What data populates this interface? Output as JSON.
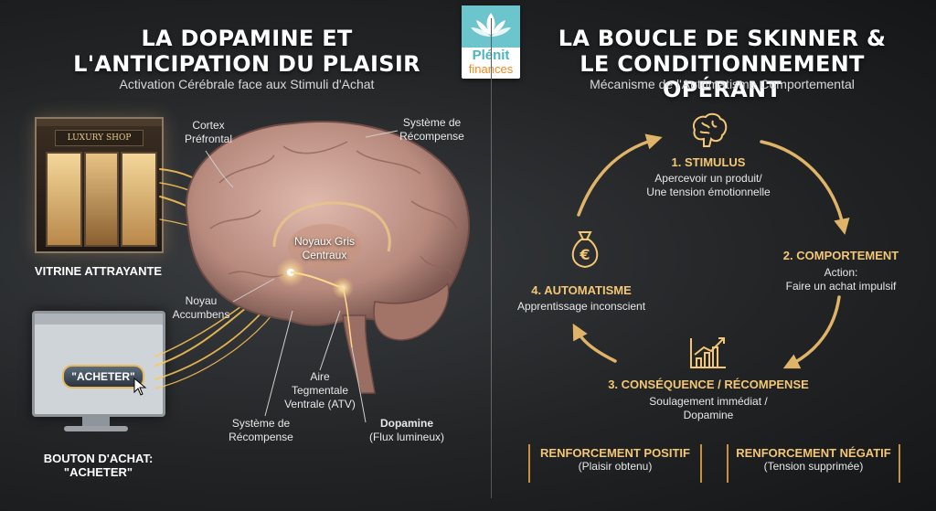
{
  "left": {
    "title_line1": "LA DOPAMINE ET",
    "title_line2": "L'ANTICIPATION DU PLAISIR",
    "subtitle": "Activation Cérébrale face aux Stimuli d'Achat",
    "shop_sign": "LUXURY SHOP",
    "vitrine_label": "VITRINE ATTRAYANTE",
    "button_text": "\"ACHETER\"",
    "bouton_label_line1": "BOUTON D'ACHAT:",
    "bouton_label_line2": "\"ACHETER\"",
    "labels": {
      "cortex_line1": "Cortex",
      "cortex_line2": "Préfrontal",
      "systeme_top_line1": "Système de",
      "systeme_top_line2": "Récompense",
      "noyaux_line1": "Noyaux Gris",
      "noyaux_line2": "Centraux",
      "noyau_line1": "Noyau",
      "noyau_line2": "Accumbens",
      "aire_line1": "Aire",
      "aire_line2": "Tegmentale",
      "aire_line3": "Ventrale (ATV)",
      "systeme_bottom_line1": "Système de",
      "systeme_bottom_line2": "Récompense",
      "dopamine_line1": "Dopamine",
      "dopamine_line2": "(Flux lumineux)"
    }
  },
  "logo": {
    "brand_top": "Plénit",
    "brand_bottom": "finances"
  },
  "right": {
    "title_line1": "LA BOUCLE DE SKINNER &",
    "title_line2": "LE CONDITIONNEMENT OPÉRANT",
    "subtitle": "Mécanisme de l'Automatisme Comportemental",
    "steps": [
      {
        "title": "1. STIMULUS",
        "line1": "Apercevoir un produit/",
        "line2": "Une tension émotionnelle",
        "icon": "brain-icon"
      },
      {
        "title": "2. COMPORTEMENT",
        "line1": "Action:",
        "line2": "Faire un achat impulsif",
        "icon": ""
      },
      {
        "title": "3. CONSÉQUENCE / RÉCOMPENSE",
        "line1": "Soulagement immédiat /",
        "line2": "Dopamine",
        "icon": "growth-chart-icon"
      },
      {
        "title": "4. AUTOMATISME",
        "line1": "Apprentissage inconscient",
        "line2": "",
        "icon": "money-bag-icon"
      }
    ],
    "money_symbol": "€",
    "reinforcements": [
      {
        "title": "RENFORCEMENT POSITIF",
        "text": "(Plaisir obtenu)"
      },
      {
        "title": "RENFORCEMENT NÉGATIF",
        "text": "(Tension supprimée)"
      }
    ]
  },
  "colors": {
    "accent": "#f3c775",
    "arrow": "#e0b468",
    "brain": "#c89a8e",
    "logo_teal": "#4bb6c0",
    "logo_orange": "#f08a24"
  }
}
